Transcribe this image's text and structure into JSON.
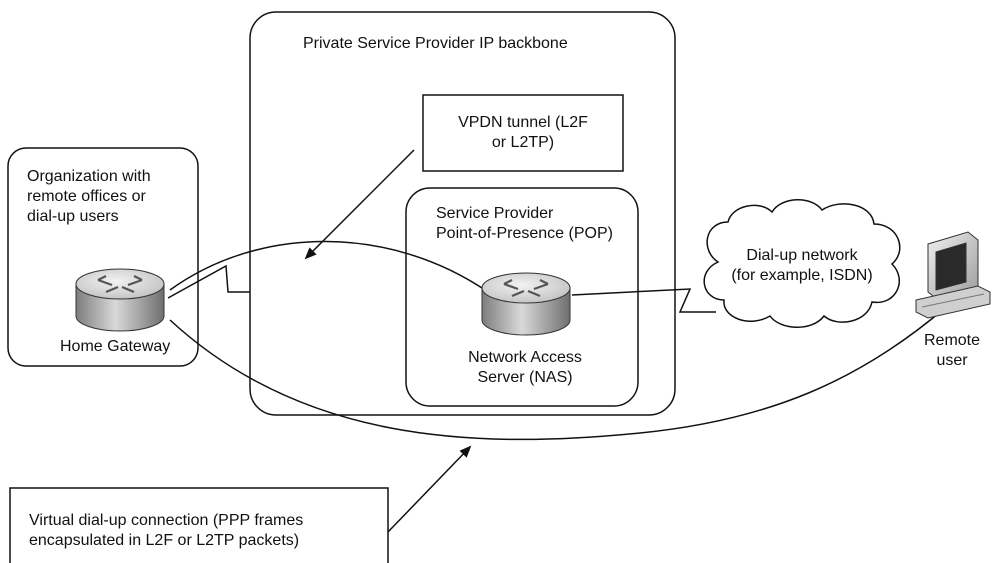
{
  "backbone": {
    "title": "Private Service Provider IP backbone"
  },
  "vpdn_tunnel": {
    "lines": [
      "VPDN tunnel (L2F",
      "or L2TP)"
    ]
  },
  "organization": {
    "lines": [
      "Organization with",
      "remote offices or",
      "dial-up users"
    ]
  },
  "home_gateway": {
    "label": "Home Gateway"
  },
  "pop": {
    "lines": [
      "Service Provider",
      "Point-of-Presence (POP)"
    ]
  },
  "nas": {
    "lines": [
      "Network Access",
      "Server (NAS)"
    ]
  },
  "dialup_network": {
    "lines": [
      "Dial-up network",
      "(for example, ISDN)"
    ]
  },
  "remote_user": {
    "lines": [
      "Remote",
      "user"
    ]
  },
  "virtual_connection": {
    "lines": [
      "Virtual dial-up connection (PPP frames",
      "encapsulated in L2F or L2TP packets)"
    ]
  },
  "icons": {
    "router": "router-icon",
    "computer": "computer-icon",
    "cloud": "cloud-icon"
  },
  "colors": {
    "stroke": "#111111",
    "box_fill": "#ffffff",
    "router_top": "#e6e6e6",
    "router_side": "#9a9a9a"
  }
}
